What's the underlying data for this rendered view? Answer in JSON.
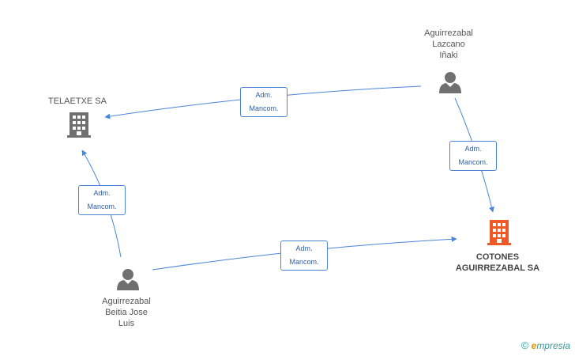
{
  "nodes": {
    "telaetxe": {
      "label": "TELAETXE SA",
      "type": "company"
    },
    "cotones": {
      "label_lines": [
        "COTONES",
        "AGUIRREZABAL SA"
      ],
      "type": "company-focus",
      "accent": "#f05a28"
    },
    "lazcano": {
      "label_lines": [
        "Aguirrezabal",
        "Lazcano",
        "Iñaki"
      ],
      "type": "person"
    },
    "beitia": {
      "label_lines": [
        "Aguirrezabal",
        "Beitia Jose",
        "Luis"
      ],
      "type": "person"
    }
  },
  "edges": [
    {
      "from": "lazcano",
      "to": "telaetxe",
      "label_lines": [
        "Adm.",
        "Mancom."
      ]
    },
    {
      "from": "lazcano",
      "to": "cotones",
      "label_lines": [
        "Adm.",
        "Mancom."
      ]
    },
    {
      "from": "beitia",
      "to": "telaetxe",
      "label_lines": [
        "Adm.",
        "Mancom."
      ]
    },
    {
      "from": "beitia",
      "to": "cotones",
      "label_lines": [
        "Adm.",
        "Mancom."
      ]
    }
  ],
  "footer": {
    "copyright": "©",
    "brand_initial": "e",
    "brand_rest": "mpresia"
  },
  "colors": {
    "edge": "#4a86d8",
    "company": "#707070",
    "person": "#707070",
    "focus": "#f05a28"
  }
}
